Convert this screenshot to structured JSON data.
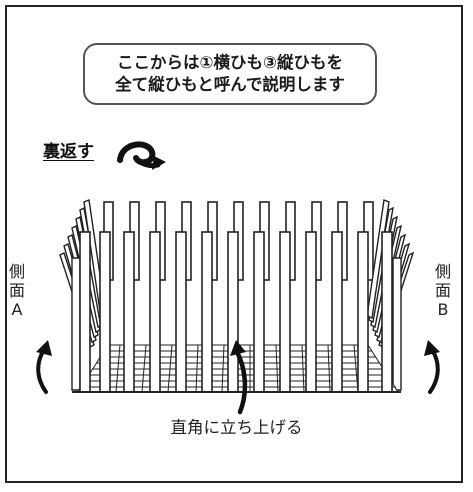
{
  "note": {
    "line1": "ここからは①横ひも③縦ひもを",
    "line2": "全て縦ひもと呼んで説明します"
  },
  "flip_label": "裏返す",
  "side_a": {
    "chars": [
      "側",
      "面",
      "A"
    ]
  },
  "side_b": {
    "chars": [
      "側",
      "面",
      "B"
    ]
  },
  "caption": "直角に立ち上げる"
}
